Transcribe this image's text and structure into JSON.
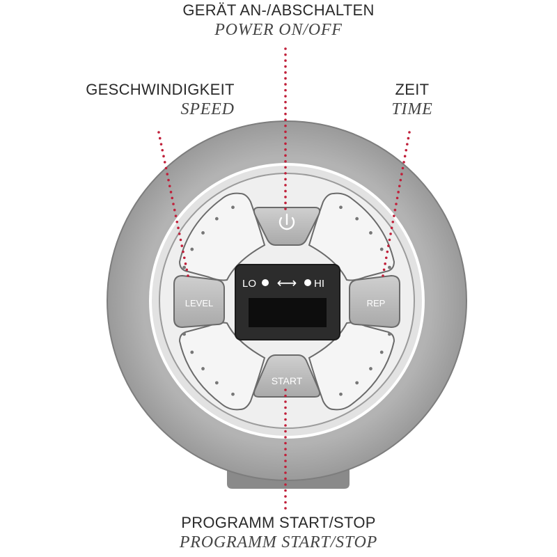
{
  "labels": {
    "power": {
      "de": "GERÄT AN-/ABSCHALTEN",
      "en": "POWER ON/OFF"
    },
    "speed": {
      "de": "GESCHWINDIGKEIT",
      "en": "SPEED"
    },
    "time": {
      "de": "ZEIT",
      "en": "TIME"
    },
    "start": {
      "de": "PROGRAMM START/STOP",
      "en": "PROGRAMM START/STOP"
    }
  },
  "panel": {
    "level_label": "LEVEL",
    "rep_label": "REP",
    "start_label": "START",
    "display": {
      "lo": "LO",
      "hi": "HI",
      "arrow": "⟷"
    }
  },
  "colors": {
    "leader_dots": "#c0203a",
    "ring": "#a8a8a8",
    "button": "#bdbdbd",
    "display_bg": "#2c2c2c",
    "screen": "#0d0d0d"
  }
}
